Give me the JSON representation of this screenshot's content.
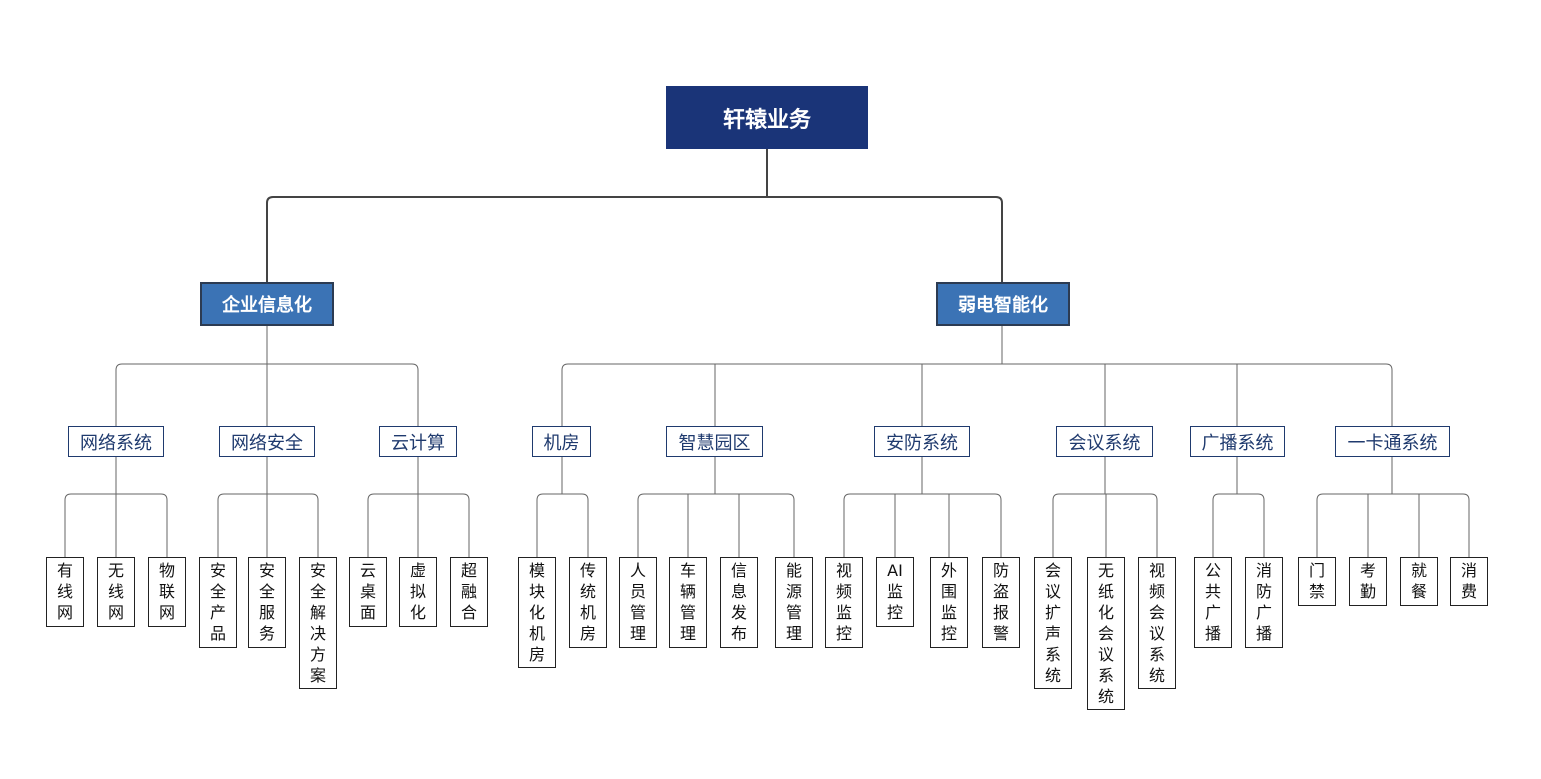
{
  "root": "轩辕业务",
  "branches": [
    {
      "label": "企业信息化",
      "groups": [
        {
          "label": "网络系统",
          "items": [
            "有线网",
            "无线网",
            "物联网"
          ]
        },
        {
          "label": "网络安全",
          "items": [
            "安全产品",
            "安全服务",
            "安全解决方案"
          ]
        },
        {
          "label": "云计算",
          "items": [
            "云桌面",
            "虚拟化",
            "超融合"
          ]
        }
      ]
    },
    {
      "label": "弱电智能化",
      "groups": [
        {
          "label": "机房",
          "items": [
            "模块化机房",
            "传统机房"
          ]
        },
        {
          "label": "智慧园区",
          "items": [
            "人员管理",
            "车辆管理",
            "信息发布",
            "能源管理"
          ]
        },
        {
          "label": "安防系统",
          "items": [
            "视频监控",
            "AI监控",
            "外围监控",
            "防盗报警"
          ]
        },
        {
          "label": "会议系统",
          "items": [
            "会议扩声系统",
            "无纸化会议系统",
            "视频会议系统"
          ]
        },
        {
          "label": "广播系统",
          "items": [
            "公共广播",
            "消防广播"
          ]
        },
        {
          "label": "一卡通系统",
          "items": [
            "门禁",
            "考勤",
            "就餐",
            "消费"
          ]
        }
      ]
    }
  ]
}
